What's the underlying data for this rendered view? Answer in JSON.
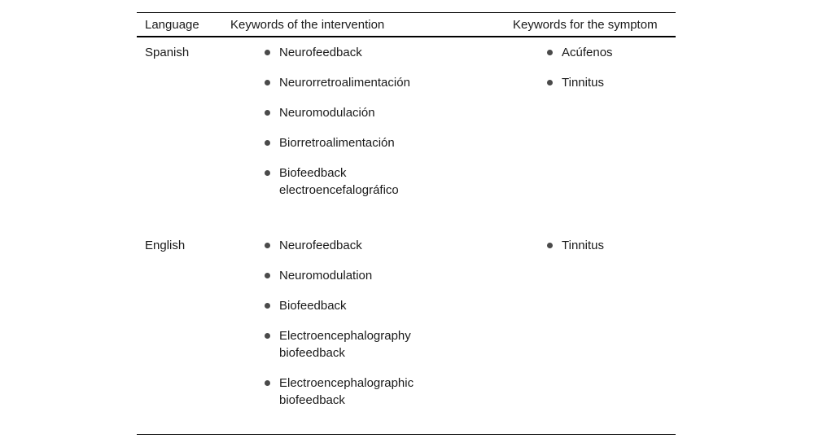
{
  "table": {
    "headers": {
      "language": "Language",
      "intervention": "Keywords of the intervention",
      "symptom": "Keywords for the symptom"
    },
    "rows": [
      {
        "language": "Spanish",
        "intervention": [
          "Neurofeedback",
          "Neurorretroalimentación",
          "Neuromodulación",
          "Biorretroalimentación",
          "Biofeedback electroencefalográfico"
        ],
        "symptom": [
          "Acúfenos",
          "Tinnitus"
        ]
      },
      {
        "language": "English",
        "intervention": [
          "Neurofeedback",
          "Neuromodulation",
          "Biofeedback",
          "Electroencephalography biofeedback",
          "Electroencephalographic biofeedback"
        ],
        "symptom": [
          "Tinnitus"
        ]
      }
    ]
  },
  "colors": {
    "text": "#1a1a1a",
    "bullet": "#4a4a4a",
    "rule": "#000000",
    "background": "#ffffff"
  }
}
